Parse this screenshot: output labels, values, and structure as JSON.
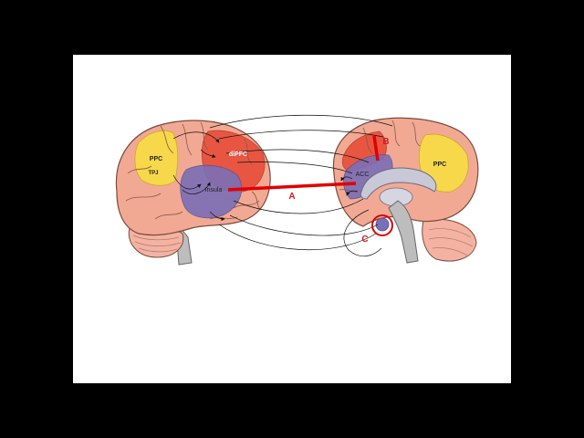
{
  "colors": {
    "background": "#000000",
    "slide": "#ffffff",
    "brain": "#f2a994",
    "brain_stroke": "#7a4a3c",
    "cerebellum": "#f4b3a2",
    "brainstem": "#bdbdbd",
    "yellow_region": "#f7d84a",
    "red_region": "#e8503a",
    "purple_region": "#7b6fb6",
    "connection_red": "#e00000",
    "label_red": "#d11a1a"
  },
  "labels": {
    "ppc_left": "PPC",
    "tpj": "TPJ",
    "dlpfc": "dlPFC",
    "insula": "Insula",
    "acc": "ACC",
    "ppc_right": "PPC",
    "arrow_a": "A",
    "arrow_b": "B",
    "arrow_c": "C"
  }
}
